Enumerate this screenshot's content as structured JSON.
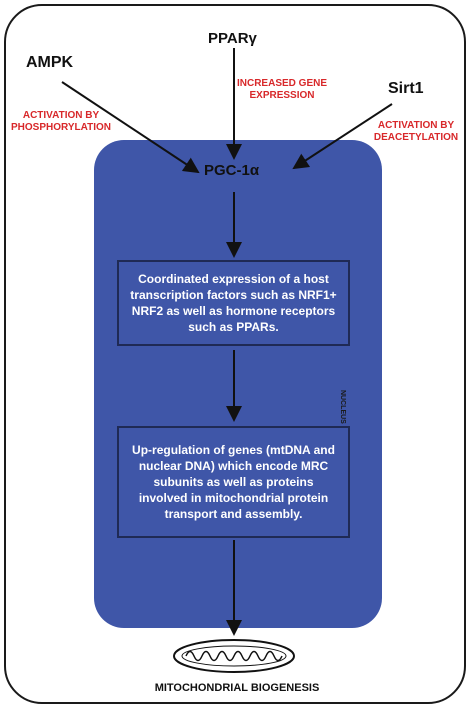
{
  "regulators": {
    "ampk": "AMPK",
    "ppar": "PPARγ",
    "sirt1": "Sirt1"
  },
  "mechanisms": {
    "ampk": "ACTIVATION BY PHOSPHORYLATION",
    "ppar": "INCREASED GENE EXPRESSION",
    "sirt1": "ACTIVATION BY DEACETYLATION"
  },
  "pgc": "PGC-1α",
  "step1": "Coordinated expression of a host transcription factors such as NRF1+ NRF2 as well as hormone receptors such as PPARs.",
  "step2": "Up-regulation of genes (mtDNA and nuclear DNA) which encode MRC subunits as well as proteins involved in mitochondrial protein transport and assembly.",
  "nucleus_label": "NUCLEUS",
  "outcome": "MITOCHONDRIAL BIOGENESIS",
  "colors": {
    "nucleus": "#3f56a8",
    "mechanism_text": "#d8282a",
    "border": "#1a1a1a"
  }
}
